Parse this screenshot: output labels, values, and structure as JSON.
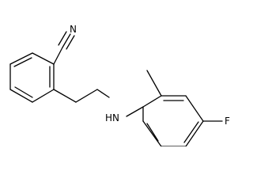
{
  "molecule": {
    "atoms": {
      "nitrile_n": "N",
      "amine": "HN",
      "fluorine": "F"
    }
  },
  "colors": {
    "bond": "#000000",
    "label": "#000000",
    "background": "#ffffff"
  }
}
